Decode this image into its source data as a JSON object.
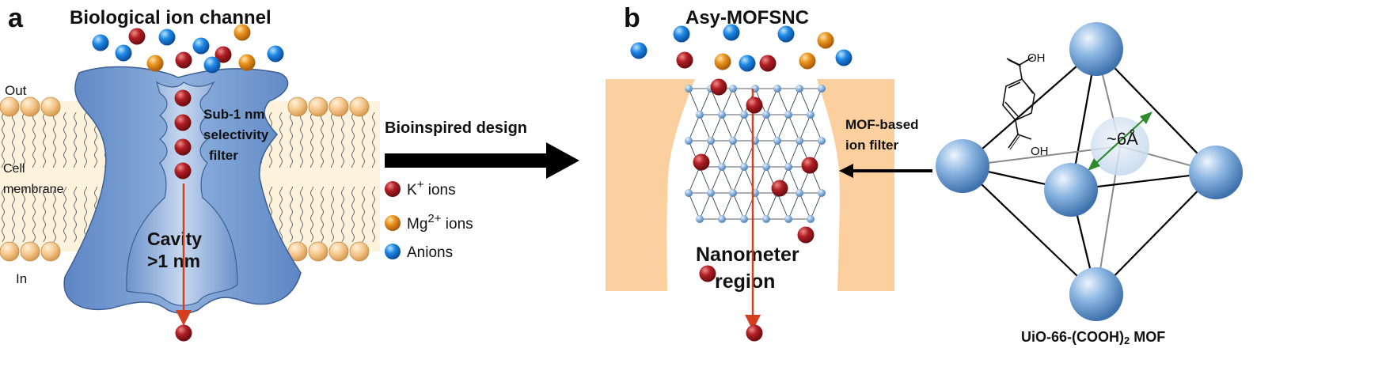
{
  "panel_a": {
    "letter": "a",
    "title": "Biological ion channel",
    "out_label": "Out",
    "in_label": "In",
    "cell_membrane_line1": "Cell",
    "cell_membrane_line2": "membrane",
    "filter_line1": "Sub-1 nm",
    "filter_line2": "selectivity",
    "filter_line3": "filter",
    "cavity_line1": "Cavity",
    "cavity_line2": ">1 nm"
  },
  "center": {
    "arrow_label": "Bioinspired design",
    "legend": [
      {
        "icon": "red-ion-icon",
        "text": "K",
        "sup": "+",
        "suffix": " ions",
        "color": "#b01e24"
      },
      {
        "icon": "orange-ion-icon",
        "text": "Mg",
        "sup": "2+",
        "suffix": " ions",
        "color": "#e8921c"
      },
      {
        "icon": "blue-ion-icon",
        "text": "Anions",
        "sup": "",
        "suffix": "",
        "color": "#1e88e5"
      }
    ]
  },
  "panel_b": {
    "letter": "b",
    "title": "Asy-MOFSNC",
    "region_line1": "Nanometer",
    "region_line2": "region",
    "filter_line1": "MOF-based",
    "filter_line2": "ion filter"
  },
  "mof": {
    "oh_top": "OH",
    "oh_bottom": "OH",
    "pore_size": "~6Å",
    "caption": "UiO-66-(COOH)",
    "caption_sub": "2",
    "caption_suffix": " MOF"
  },
  "colors": {
    "k_ion": "#b01e24",
    "mg_ion": "#e8921c",
    "anion": "#1e88e5",
    "channel": "#7fa3d6",
    "membrane_head": "#f5c68a",
    "membrane_band": "#fdf3dc",
    "substrate": "#fbcf9e",
    "arrow": "#d2401f",
    "pore_arrow": "#2f8a2f"
  }
}
